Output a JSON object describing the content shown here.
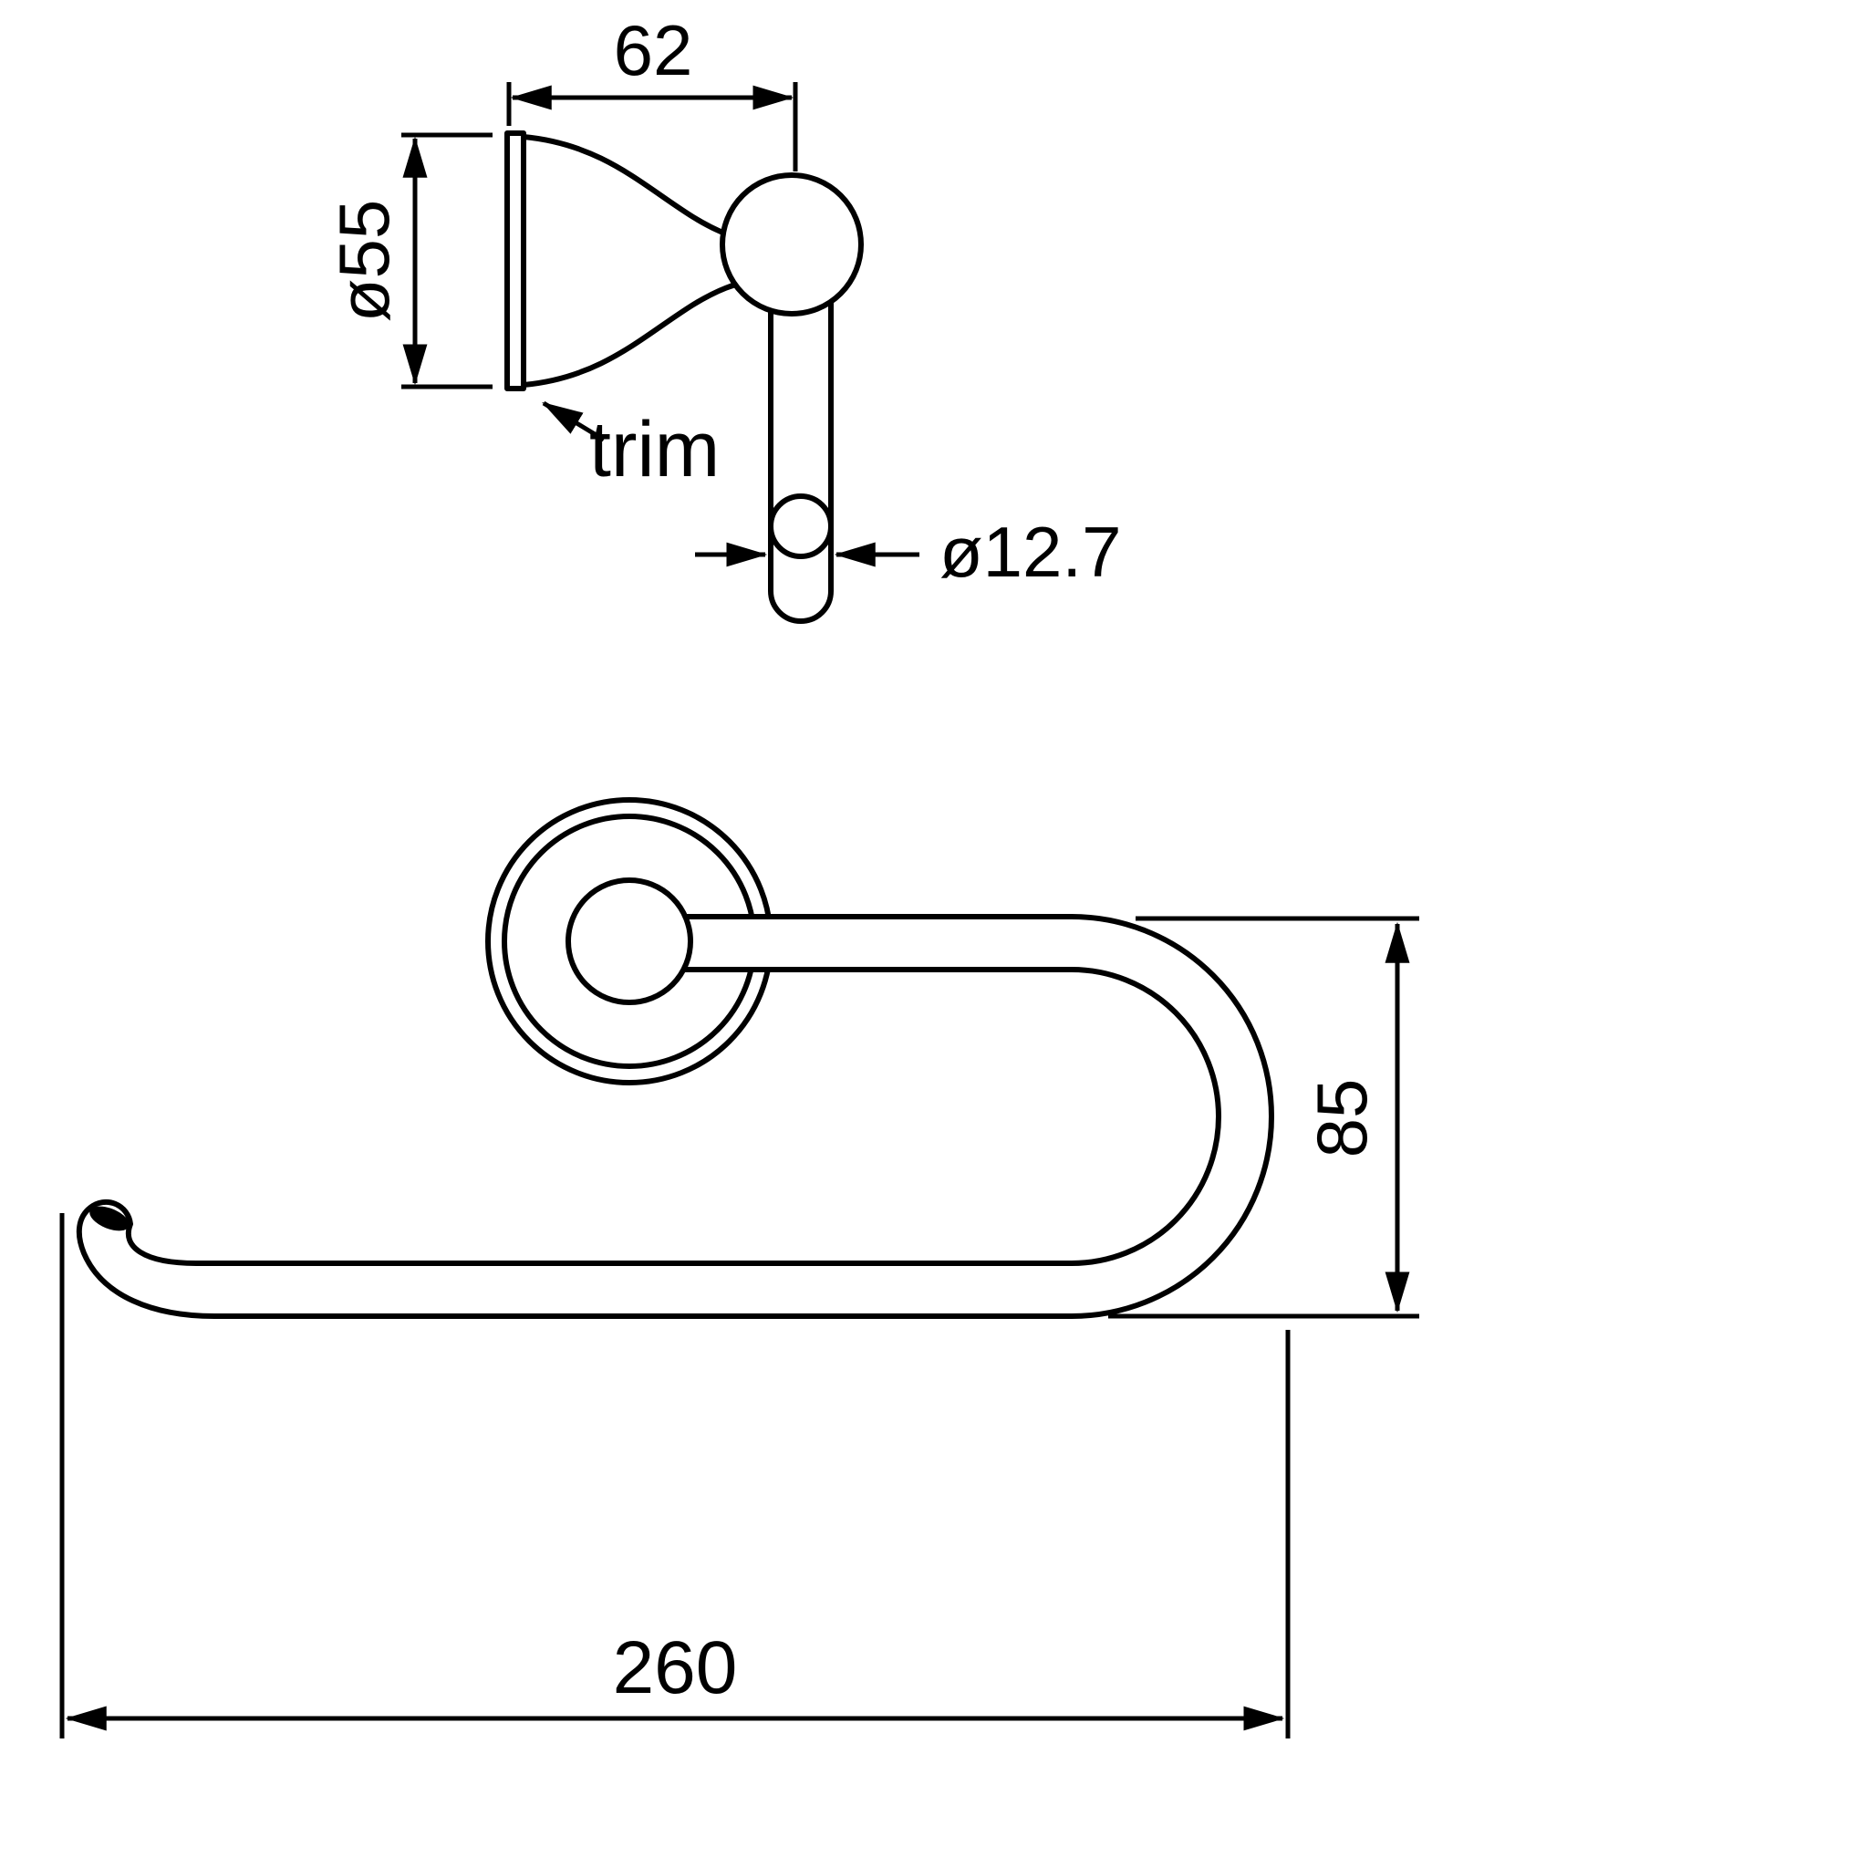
{
  "diagram": {
    "type": "technical-drawing",
    "subject": "wall-mounted toilet roll holder",
    "background_color": "#ffffff",
    "line_color": "#000000",
    "side_view": {
      "dim_width": "62",
      "dim_trim_diameter": "ø55",
      "label_trim": "trim",
      "dim_bar_diameter": "ø12.7"
    },
    "front_view": {
      "dim_height": "85",
      "dim_width": "260"
    }
  }
}
